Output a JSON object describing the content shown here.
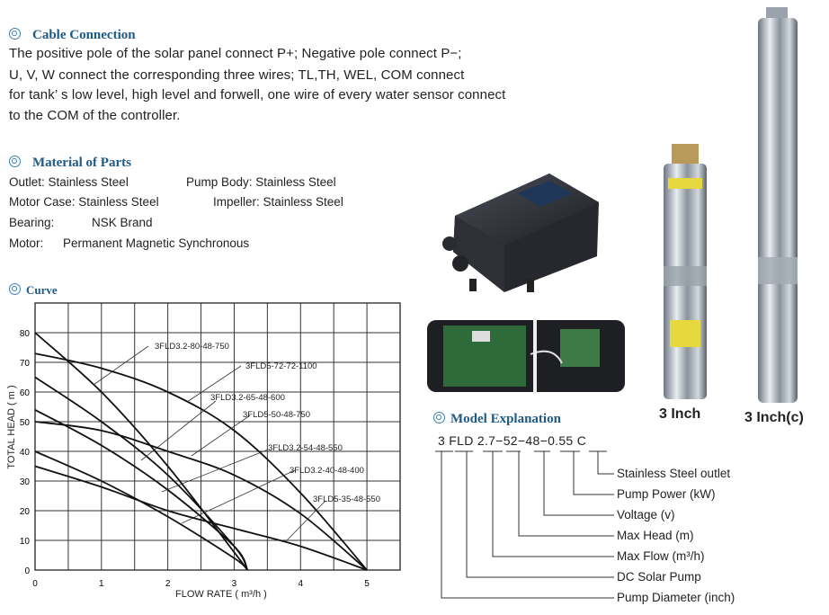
{
  "cable": {
    "title": "Cable Connection",
    "lines": [
      "The positive pole of the solar panel connect P+; Negative pole connect P−;",
      "U, V, W connect the corresponding three wires; TL,TH, WEL, COM connect",
      "for tank’ s low level, high level and forwell, one wire of every water sensor connect",
      "to the COM of the controller."
    ]
  },
  "material": {
    "title": "Material of Parts",
    "items": [
      {
        "label": "Outlet: Stainless Steel"
      },
      {
        "label": "Pump Body: Stainless Steel"
      },
      {
        "label": "Motor Case: Stainless Steel"
      },
      {
        "label": "Impeller: Stainless Steel"
      },
      {
        "label": "Bearing:"
      },
      {
        "label": "NSK Brand"
      },
      {
        "label": "Motor:"
      },
      {
        "label": "Permanent Magnetic Synchronous"
      }
    ]
  },
  "curve": {
    "title": "Curve"
  },
  "chart_data": {
    "type": "line",
    "title": "",
    "xlabel": "FLOW RATE ( m³/h )",
    "ylabel": "TOTAL HEAD ( m )",
    "xlim": [
      0,
      5.5
    ],
    "ylim": [
      0,
      90
    ],
    "grid": true,
    "xticks": [
      "0",
      "1",
      "2",
      "3",
      "4",
      "5"
    ],
    "yticks": [
      "0",
      "10",
      "20",
      "30",
      "40",
      "50",
      "60",
      "70",
      "80"
    ],
    "series": [
      {
        "name": "3FLD3.2-80-48-750",
        "points": [
          [
            0,
            80
          ],
          [
            1,
            60
          ],
          [
            2,
            35
          ],
          [
            3,
            6
          ],
          [
            3.2,
            0
          ]
        ]
      },
      {
        "name": "3FLD5-72-72-1100",
        "points": [
          [
            0,
            73
          ],
          [
            1,
            68
          ],
          [
            2,
            60
          ],
          [
            3,
            47
          ],
          [
            4,
            26
          ],
          [
            5,
            0
          ]
        ]
      },
      {
        "name": "3FLD3.2-65-48-600",
        "points": [
          [
            0,
            65
          ],
          [
            1,
            50
          ],
          [
            2,
            32
          ],
          [
            3,
            8
          ],
          [
            3.2,
            0
          ]
        ]
      },
      {
        "name": "3FLD5-50-48-750",
        "points": [
          [
            0,
            50
          ],
          [
            1,
            47
          ],
          [
            2,
            40
          ],
          [
            3,
            32
          ],
          [
            4,
            19
          ],
          [
            5,
            0
          ]
        ]
      },
      {
        "name": "3FLD3.2-54-48-550",
        "points": [
          [
            0,
            54
          ],
          [
            1,
            42
          ],
          [
            2,
            27
          ],
          [
            3,
            8
          ],
          [
            3.2,
            0
          ]
        ]
      },
      {
        "name": "3FLD3.2-40-48-400",
        "points": [
          [
            0,
            40
          ],
          [
            1,
            30
          ],
          [
            2,
            18
          ],
          [
            3,
            4
          ],
          [
            3.2,
            0
          ]
        ]
      },
      {
        "name": "3FLD5-35-48-550",
        "points": [
          [
            0,
            35
          ],
          [
            1,
            28
          ],
          [
            2,
            20
          ],
          [
            3,
            14
          ],
          [
            4,
            8
          ],
          [
            5,
            0
          ]
        ]
      }
    ]
  },
  "model": {
    "title": "Model Explanation",
    "code_parts": [
      "3",
      "FLD",
      "2.7",
      "−",
      "52",
      "−",
      "48",
      "−",
      "0.55",
      "C"
    ],
    "labels": [
      "Stainless Steel outlet",
      "Pump Power (kW)",
      "Voltage (v)",
      "Max Head (m)",
      "Max Flow (m³/h)",
      "DC Solar Pump",
      "Pump Diameter (inch)"
    ]
  },
  "products": {
    "pump_3inch": "3 Inch",
    "pump_3inch_c": "3 Inch(c)"
  }
}
